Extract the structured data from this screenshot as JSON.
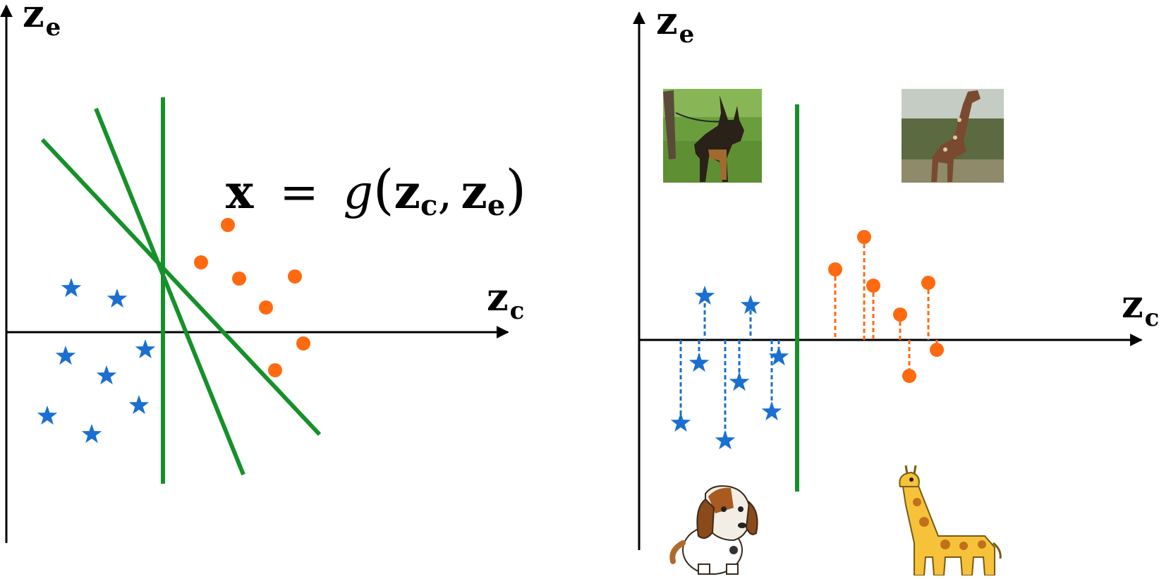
{
  "left_panel": {
    "y_axis": {
      "symbol": "z",
      "subscript": "e"
    },
    "x_axis": {
      "symbol": "z",
      "subscript": "c"
    },
    "equation": {
      "lhs": "x",
      "eq": "=",
      "fn": "g",
      "arg1": "z",
      "arg1_sub": "c",
      "comma": ",",
      "arg2": "z",
      "arg2_sub": "e"
    },
    "colors": {
      "star": "#1a6fd0",
      "dot": "#ff6a10",
      "line": "#15912a",
      "axis": "#000000"
    }
  },
  "right_panel": {
    "y_axis": {
      "symbol": "z",
      "subscript": "e"
    },
    "x_axis": {
      "symbol": "z",
      "subscript": "c"
    },
    "images": [
      "dog-photo",
      "giraffe-photo",
      "dog-cartoon",
      "giraffe-cartoon"
    ]
  }
}
